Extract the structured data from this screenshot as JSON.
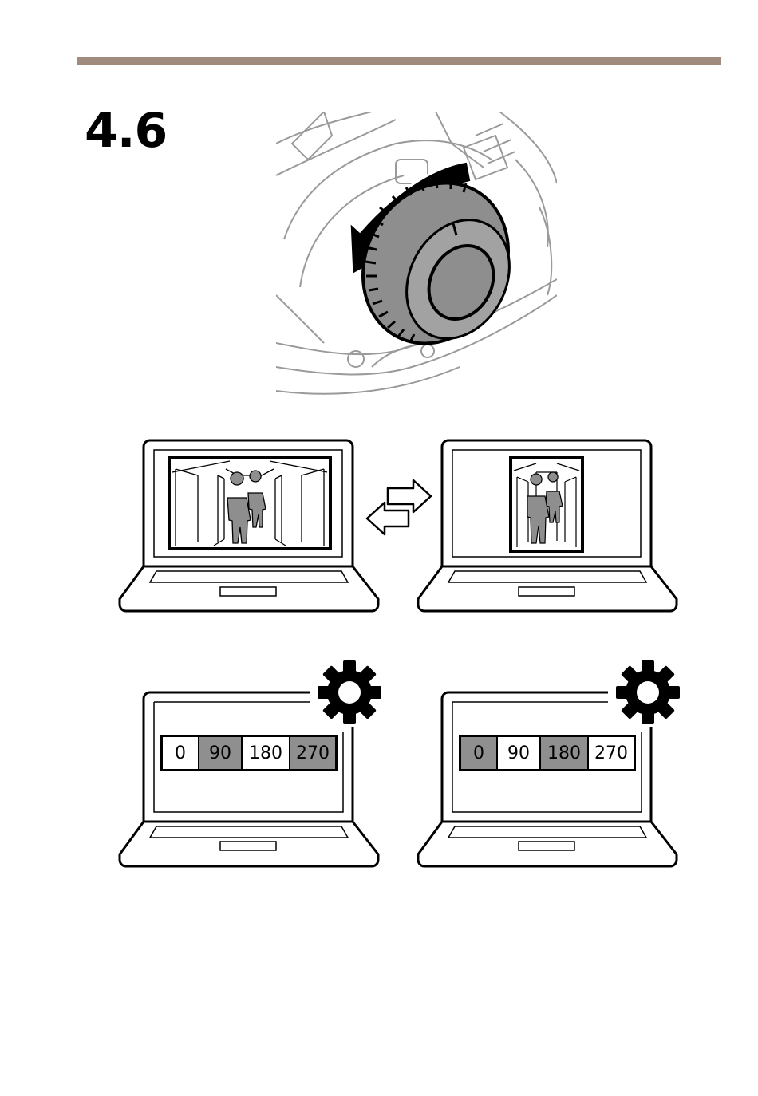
{
  "step": {
    "number": "4.6"
  },
  "rotation_options": {
    "left_panel": {
      "segments": [
        {
          "label": "0",
          "selected": false
        },
        {
          "label": "90",
          "selected": true
        },
        {
          "label": "180",
          "selected": false
        },
        {
          "label": "270",
          "selected": true
        }
      ]
    },
    "right_panel": {
      "segments": [
        {
          "label": "0",
          "selected": true
        },
        {
          "label": "90",
          "selected": false
        },
        {
          "label": "180",
          "selected": true
        },
        {
          "label": "270",
          "selected": false
        }
      ]
    }
  },
  "colors": {
    "rule": "#a08b7f",
    "selected_segment": "#8f8f8f",
    "line": "#000000"
  }
}
